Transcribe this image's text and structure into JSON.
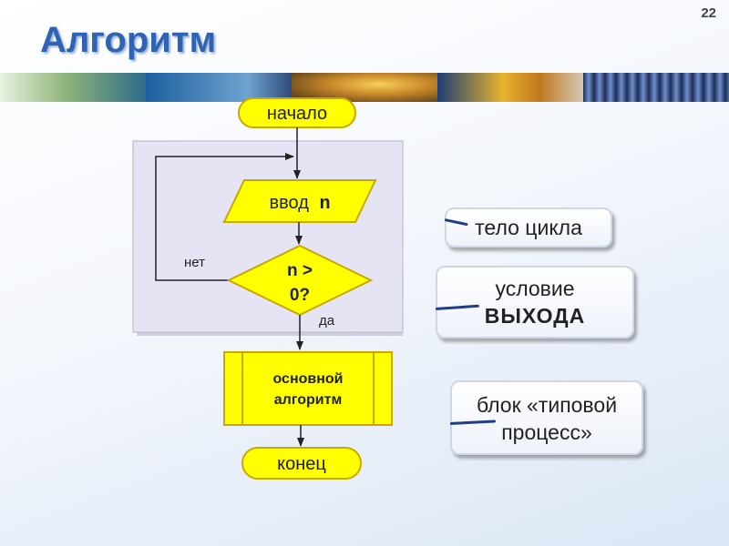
{
  "slide": {
    "title": "Алгоритм",
    "number": "22"
  },
  "flowchart": {
    "start_label": "начало",
    "input_label": "ввод",
    "input_var": "n",
    "condition_line1": "n >",
    "condition_line2": "0?",
    "branch_no": "нет",
    "branch_yes": "да",
    "process_line1": "основной",
    "process_line2": "алгоритм",
    "end_label": "конец"
  },
  "callouts": {
    "loop_body": "тело цикла",
    "exit_condition_line1": "условие",
    "exit_condition_line2": "ВЫХОДА",
    "typical_process_line1": "блок «типовой",
    "typical_process_line2": "процесс»"
  },
  "colors": {
    "shape_fill": "#ffff00",
    "shape_stroke": "#c8a800",
    "loop_panel": "#e4e4f4",
    "title": "#2e64b2"
  }
}
